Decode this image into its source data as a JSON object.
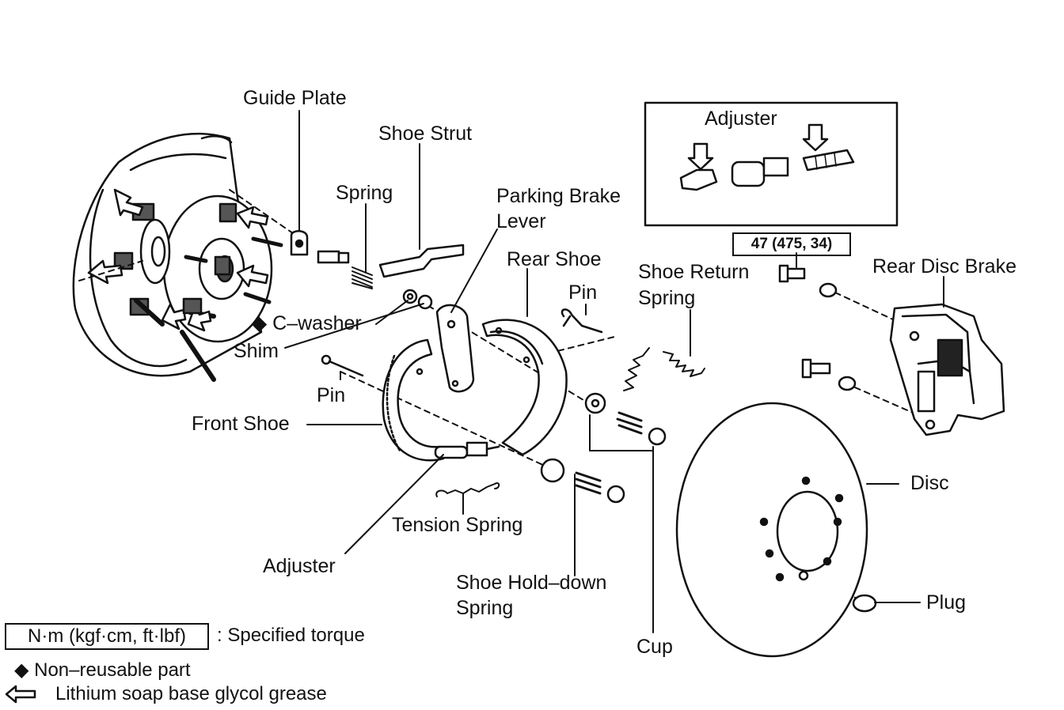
{
  "labels": {
    "guide_plate": "Guide Plate",
    "shoe_strut": "Shoe Strut",
    "spring": "Spring",
    "parking_brake_lever_1": "Parking Brake",
    "parking_brake_lever_2": "Lever",
    "rear_shoe": "Rear Shoe",
    "pin_upper": "Pin",
    "shoe_return_spring_1": "Shoe Return",
    "shoe_return_spring_2": "Spring",
    "rear_disc_brake": "Rear Disc Brake",
    "adjuster_inset": "Adjuster",
    "torque_spec": "47 (475, 34)",
    "c_washer": "◆ C–washer",
    "shim": "Shim",
    "pin_lower": "Pin",
    "front_shoe": "Front Shoe",
    "disc": "Disc",
    "tension_spring": "Tension Spring",
    "adjuster": "Adjuster",
    "shoe_hold_down_spring_1": "Shoe Hold–down",
    "shoe_hold_down_spring_2": "Spring",
    "cup": "Cup",
    "plug": "Plug"
  },
  "legend": {
    "torque_unit_box": "N·m (kgf·cm, ft·lbf)",
    "torque_unit_text": ": Specified torque",
    "non_reusable": "◆ Non–reusable part",
    "grease_symbol": "⇦",
    "grease_text": "Lithium soap base glycol grease"
  }
}
